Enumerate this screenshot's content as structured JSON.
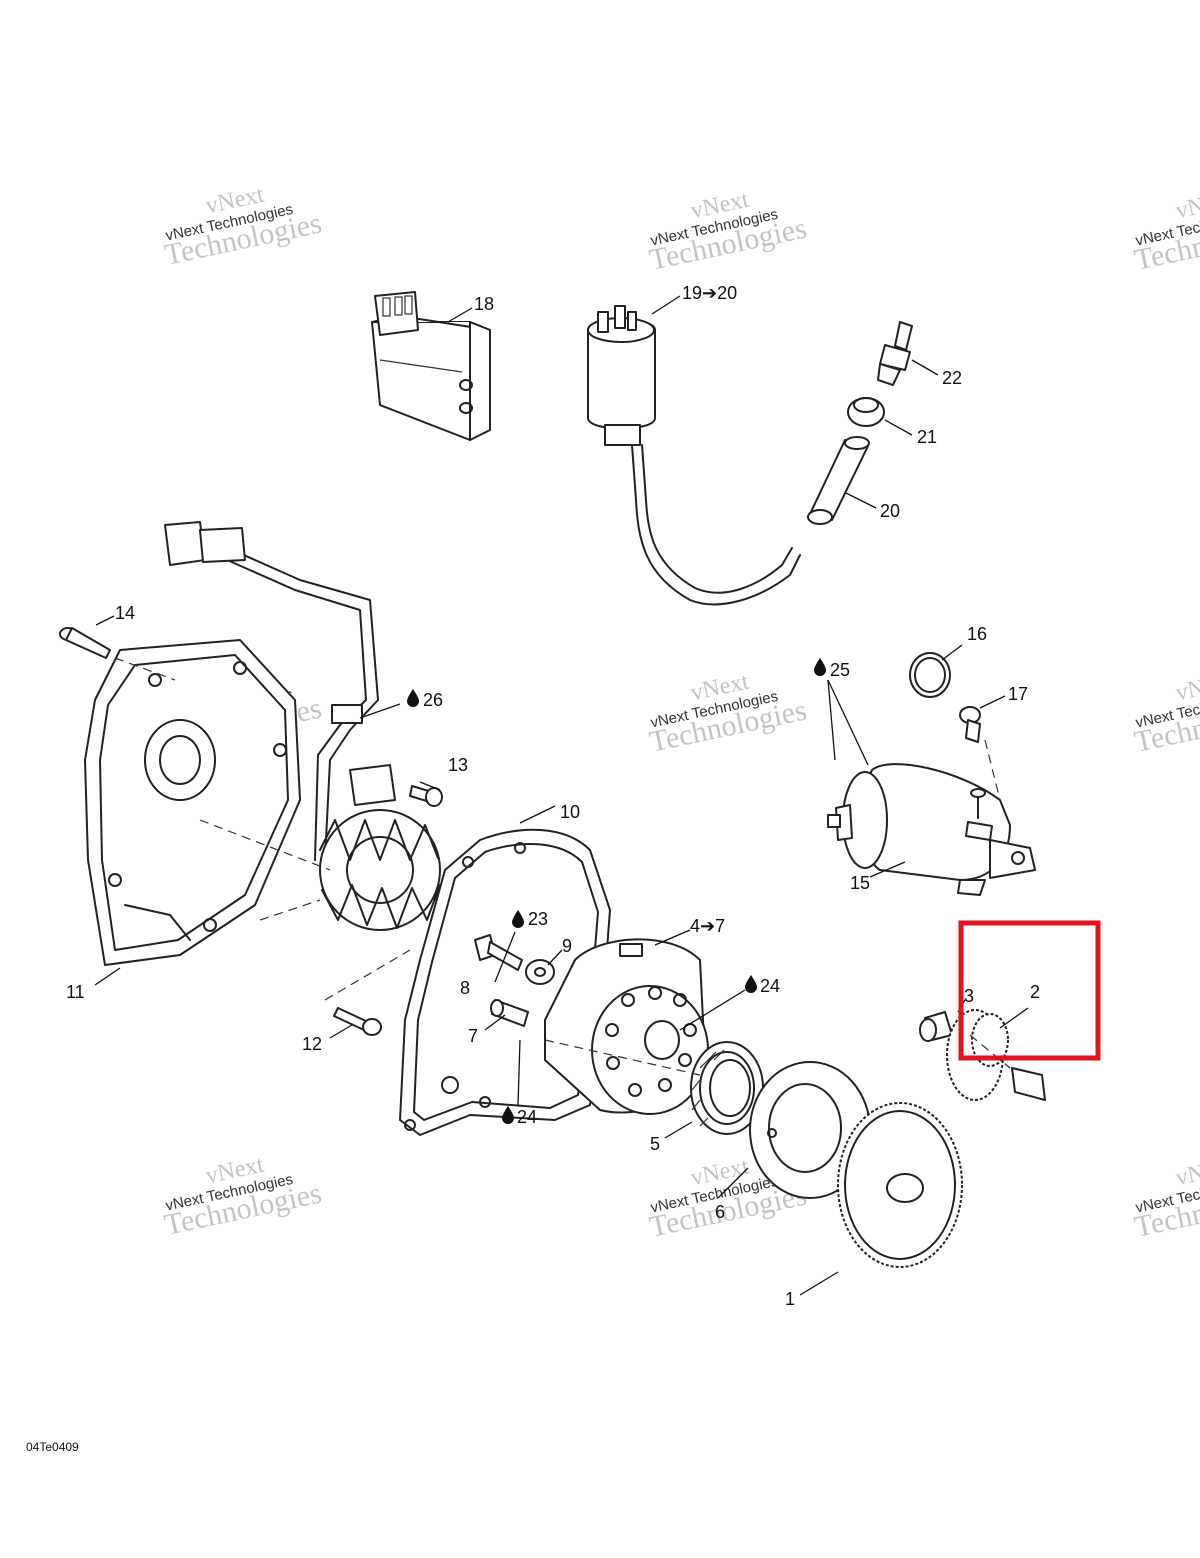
{
  "watermark": {
    "line1": "vNext",
    "line2": "vNext Technologies",
    "line3": "Technologies"
  },
  "labels": {
    "l1": "1",
    "l2": "2",
    "l3": "3",
    "l4": "4➔7",
    "l5": "5",
    "l6": "6",
    "l7": "7",
    "l8": "8",
    "l9": "9",
    "l10": "10",
    "l11": "11",
    "l12": "12",
    "l13": "13",
    "l14": "14",
    "l15": "15",
    "l16": "16",
    "l17": "17",
    "l18": "18",
    "l19": "19➔20",
    "l20": "20",
    "l21": "21",
    "l22": "22",
    "l23": "23",
    "l24a": "24",
    "l24b": "24",
    "l25": "25",
    "l26": "26"
  },
  "drawing_code": "04Te0409",
  "highlight": {
    "color": "#e0161c",
    "target_part": "2"
  },
  "colors": {
    "line": "#222222",
    "watermark": "#c4c4c4"
  }
}
